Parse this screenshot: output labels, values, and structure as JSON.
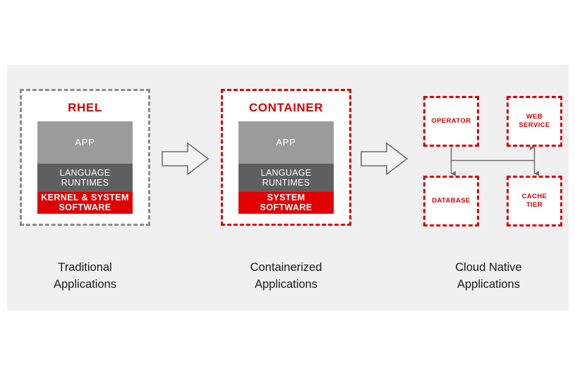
{
  "diagram": {
    "title_internal": "Application modernization stages",
    "colors": {
      "backdrop": "#f0f0f0",
      "red": "#de0000",
      "red_text": "#d40000",
      "gray_dash": "#8c8c8c",
      "layer_app": "#9b9b9b",
      "layer_runtime": "#5f5f5f",
      "layer_kernel": "#e00000",
      "arrow_stroke": "#6e6e6e",
      "caption_text": "#1a1a1a"
    }
  },
  "columns": [
    {
      "id": "traditional",
      "frame_title": "RHEL",
      "frame_border_style": "gray-dashed",
      "layers": [
        {
          "label": "APP",
          "color": "#9b9b9b"
        },
        {
          "label": "LANGUAGE RUNTIMES",
          "color": "#5f5f5f"
        },
        {
          "label": "KERNEL & SYSTEM SOFTWARE",
          "color": "#e00000"
        }
      ],
      "caption_line1": "Traditional",
      "caption_line2": "Applications"
    },
    {
      "id": "containerized",
      "frame_title": "CONTAINER",
      "frame_border_style": "red-dashed",
      "layers": [
        {
          "label": "APP",
          "color": "#9b9b9b"
        },
        {
          "label": "LANGUAGE RUNTIMES",
          "color": "#5f5f5f"
        },
        {
          "label": "SYSTEM SOFTWARE",
          "color": "#e00000"
        }
      ],
      "caption_line1": "Containerized",
      "caption_line2": "Applications"
    },
    {
      "id": "cloud-native",
      "caption_line1": "Cloud Native",
      "caption_line2": "Applications",
      "services": [
        {
          "id": "operator",
          "label": "OPERATOR"
        },
        {
          "id": "web-service",
          "label_line1": "WEB",
          "label_line2": "SERVICE"
        },
        {
          "id": "database",
          "label": "DATABASE"
        },
        {
          "id": "cache-tier",
          "label_line1": "CACHE",
          "label_line2": "TIER"
        }
      ],
      "connectors": [
        {
          "from": "operator",
          "to": "database",
          "arrowheads": "end"
        },
        {
          "from": "web-service",
          "to": "cache-tier",
          "arrowheads": "both"
        },
        {
          "between": "operator-line and web-service-line",
          "type": "horizontal-link"
        }
      ]
    }
  ],
  "flow_arrows": [
    {
      "id": "arrow-traditional-to-containerized",
      "direction": "right"
    },
    {
      "id": "arrow-containerized-to-cloudnative",
      "direction": "right"
    }
  ]
}
